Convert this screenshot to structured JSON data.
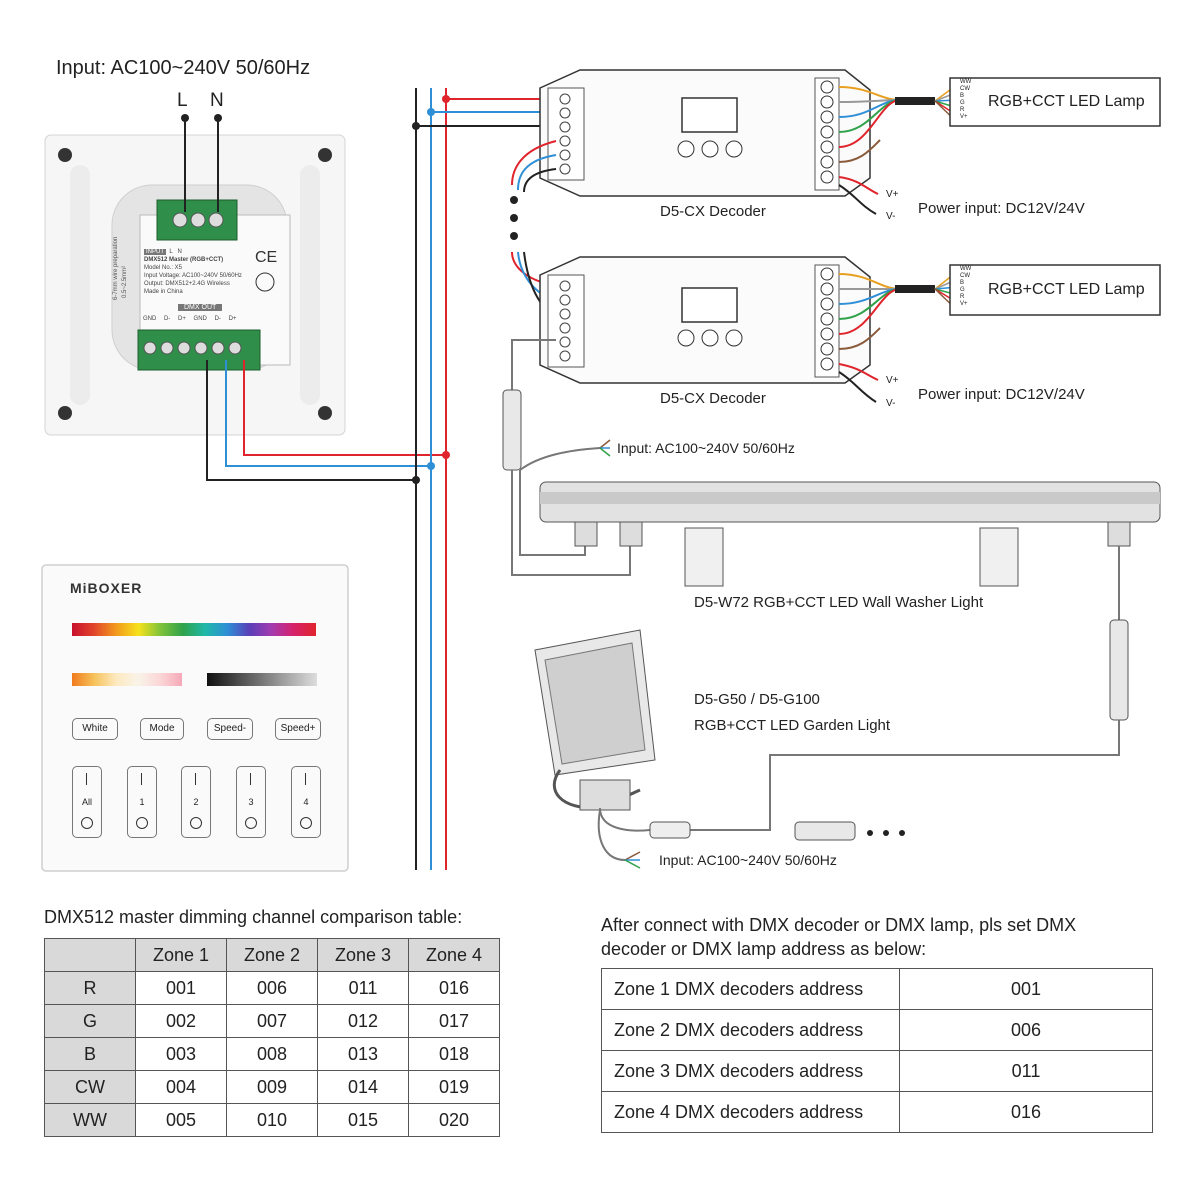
{
  "input_top": "Input: AC100~240V 50/60Hz",
  "terminal_l": "L",
  "terminal_n": "N",
  "master_label": {
    "input": "INPUT",
    "l": "L",
    "n": "N",
    "title": "DMX512 Master (RGB+CCT)",
    "model": "Model No.: X5",
    "voltage": "Input Voltage: AC100~240V 50/60Hz",
    "output": "Output: DMX512+2.4G Wireless",
    "made": "Made in China",
    "dmx_out": "DMX OUT",
    "pins": [
      "GND",
      "D-",
      "D+",
      "GND",
      "D-",
      "D+"
    ],
    "wire_note": "6-7mm wire preparation",
    "wire_size": "0.5~2.5mm²"
  },
  "decoder1": {
    "name": "D5-CX Decoder",
    "power": "Power input: DC12V/24V",
    "lamp": "RGB+CCT LED Lamp"
  },
  "decoder2": {
    "name": "D5-CX Decoder",
    "power": "Power input: DC12V/24V",
    "lamp": "RGB+CCT LED Lamp"
  },
  "decoder_parts": {
    "vplus": "V+",
    "vminus": "V-",
    "lamp_pins": [
      "WW",
      "CW",
      "B",
      "G",
      "R",
      "V+"
    ]
  },
  "wash_input": "Input: AC100~240V 50/60Hz",
  "wall_washer": "D5-W72 RGB+CCT LED Wall Washer Light",
  "garden_model": "D5-G50 / D5-G100",
  "garden_name": "RGB+CCT LED Garden Light",
  "garden_input": "Input: AC100~240V 50/60Hz",
  "panel": {
    "brand": "MiBOXER",
    "buttons": [
      "White",
      "Mode",
      "Speed-",
      "Speed+"
    ],
    "zones": [
      "All",
      "1",
      "2",
      "3",
      "4"
    ]
  },
  "table1": {
    "title": "DMX512 master dimming channel comparison table:",
    "headers": [
      "",
      "Zone 1",
      "Zone 2",
      "Zone 3",
      "Zone 4"
    ],
    "rows": [
      [
        "R",
        "001",
        "006",
        "011",
        "016"
      ],
      [
        "G",
        "002",
        "007",
        "012",
        "017"
      ],
      [
        "B",
        "003",
        "008",
        "013",
        "018"
      ],
      [
        "CW",
        "004",
        "009",
        "014",
        "019"
      ],
      [
        "WW",
        "005",
        "010",
        "015",
        "020"
      ]
    ]
  },
  "table2": {
    "note_line1": "After connect with DMX decoder or DMX lamp, pls set DMX",
    "note_line2": "decoder or DMX lamp address as below:",
    "rows": [
      [
        "Zone 1 DMX decoders address",
        "001"
      ],
      [
        "Zone 2 DMX decoders address",
        "006"
      ],
      [
        "Zone 3 DMX decoders address",
        "011"
      ],
      [
        "Zone 4 DMX decoders address",
        "016"
      ]
    ]
  },
  "colors": {
    "red": "#e0242c",
    "blue": "#2e8fd6",
    "black": "#222222",
    "green": "#2fa24a"
  }
}
